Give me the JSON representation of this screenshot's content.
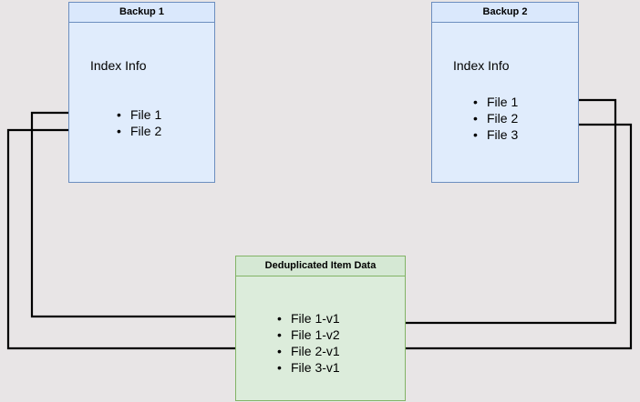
{
  "diagram": {
    "title_hidden": "",
    "background_color": "#e8e5e6",
    "boxes": {
      "backup1": {
        "header": "Backup 1",
        "section_label": "Index Info",
        "border_color": "#6c8ebf",
        "fill_color": "#dae8fc",
        "files": [
          "File 1",
          "File 2"
        ]
      },
      "backup2": {
        "header": "Backup 2",
        "section_label": "Index Info",
        "border_color": "#6c8ebf",
        "fill_color": "#dae8fc",
        "files": [
          "File 1",
          "File 2",
          "File 3"
        ]
      },
      "dedup": {
        "header": "Deduplicated Item Data",
        "border_color": "#82b366",
        "fill_color": "#d5e8d4",
        "files": [
          "File 1-v1",
          "File 1-v2",
          "File 2-v1",
          "File 3-v1"
        ]
      }
    },
    "connections": [
      {
        "from": "backup1.File 1",
        "to": "dedup.File 1-v1",
        "route": "left"
      },
      {
        "from": "backup1.File 2",
        "to": "dedup.File 2-v1",
        "route": "left"
      },
      {
        "from": "backup2.File 1",
        "to": "dedup.File 1-v2",
        "route": "right"
      },
      {
        "from": "backup2.File 2",
        "to": "dedup.File 2-v1",
        "route": "right"
      }
    ],
    "edge_color": "#000000"
  }
}
